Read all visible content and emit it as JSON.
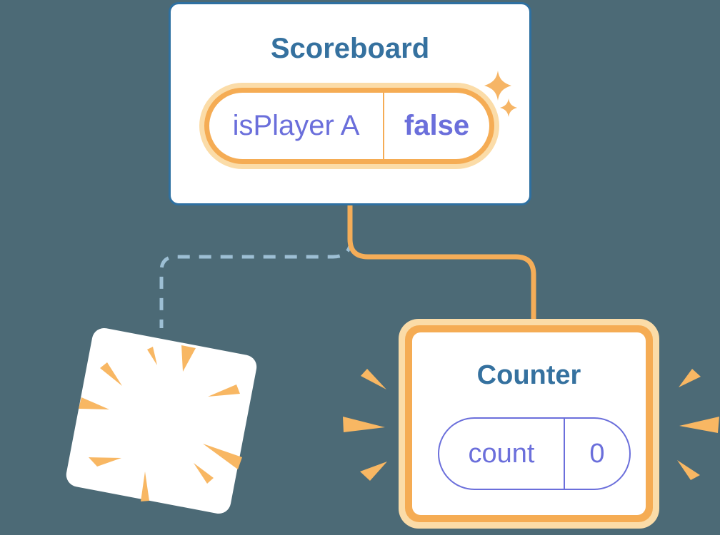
{
  "diagram": {
    "description": "React component tree state diagram: Scoreboard parent keeps state while a child Counter is destroyed (poof) and a new Counter is mounted with fresh state"
  },
  "components": {
    "scoreboard": {
      "title": "Scoreboard",
      "state": {
        "name": "isPlayer A",
        "value": "false"
      }
    },
    "counter": {
      "title": "Counter",
      "state": {
        "name": "count",
        "value": "0"
      }
    }
  },
  "icons": [
    "sparkles-icon",
    "poof-burst-icon",
    "emphasis-marks-left-icon",
    "emphasis-marks-right-icon"
  ],
  "colors": {
    "bg": "#4C6A76",
    "card_bg": "#FFFFFF",
    "card_border": "#2E70A1",
    "title": "#35719F",
    "state_text": "#6B6FDB",
    "orange": "#F5AC54",
    "orange_light": "#FBDCA8",
    "connector": "#F5AD58",
    "dash": "#9DBFD4",
    "burst": "#F8B763",
    "sparkle": "#F6B566"
  }
}
